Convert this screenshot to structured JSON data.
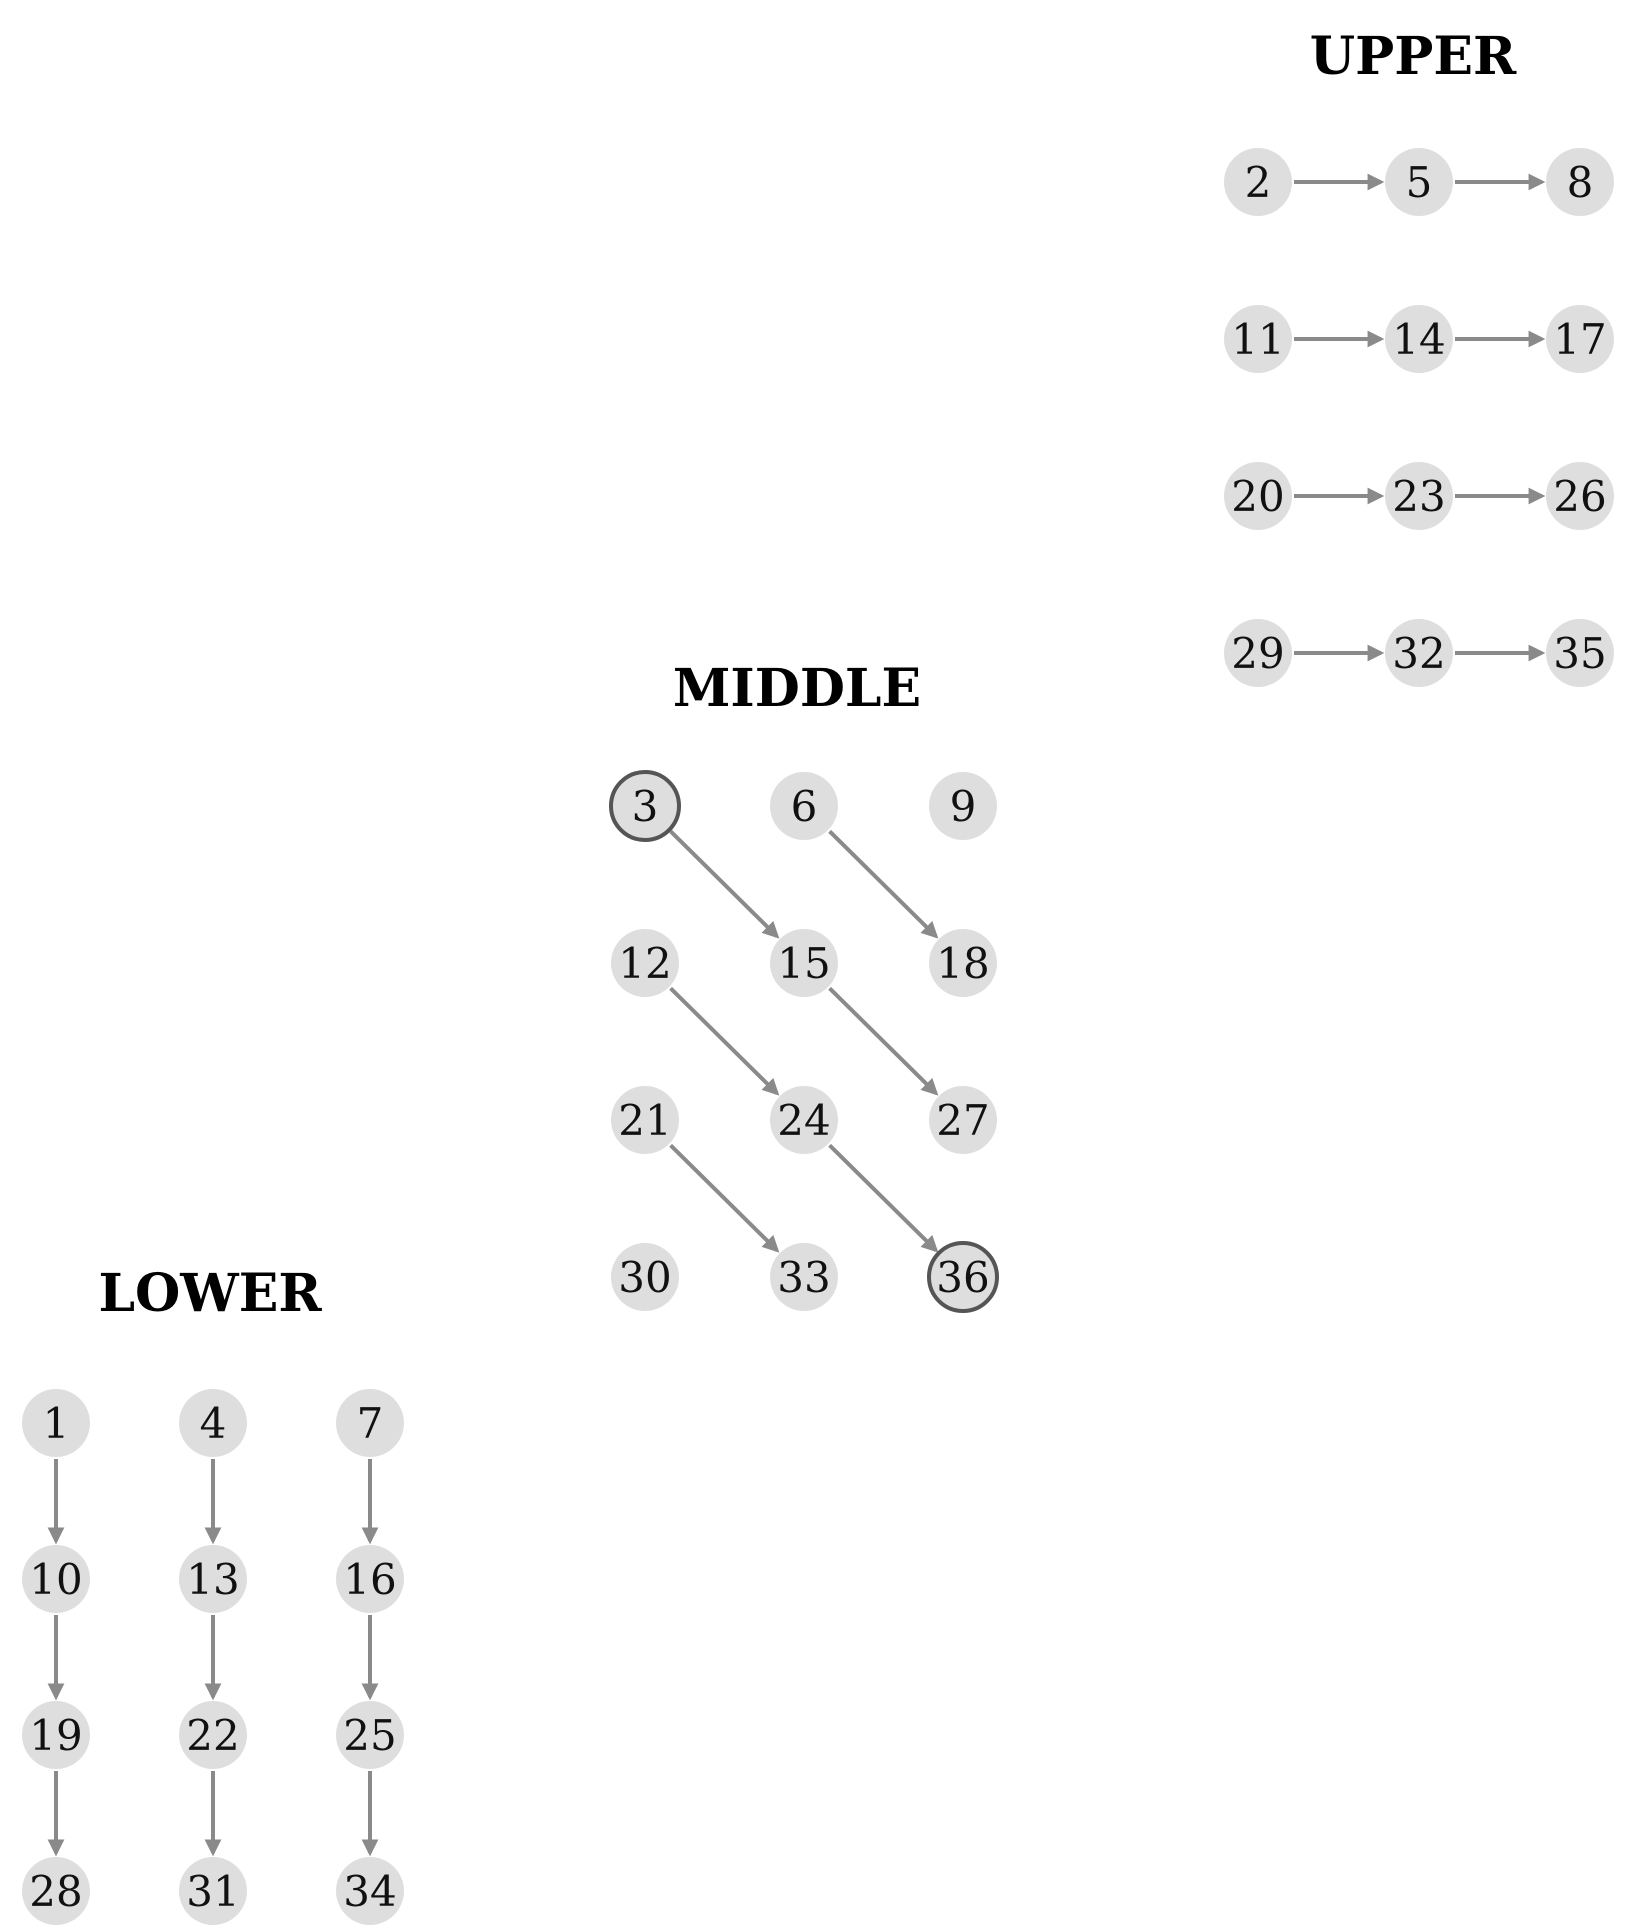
{
  "groups": [
    {
      "id": "upper",
      "title": "UPPER",
      "direction": "horizontal",
      "rows": [
        [
          "2",
          "5",
          "8"
        ],
        [
          "11",
          "14",
          "17"
        ],
        [
          "20",
          "23",
          "26"
        ],
        [
          "29",
          "32",
          "35"
        ]
      ],
      "edges": [
        [
          "2",
          "5"
        ],
        [
          "5",
          "8"
        ],
        [
          "11",
          "14"
        ],
        [
          "14",
          "17"
        ],
        [
          "20",
          "23"
        ],
        [
          "23",
          "26"
        ],
        [
          "29",
          "32"
        ],
        [
          "32",
          "35"
        ]
      ],
      "marked": []
    },
    {
      "id": "middle",
      "title": "MIDDLE",
      "direction": "diagonal",
      "rows": [
        [
          "3",
          "6",
          "9"
        ],
        [
          "12",
          "15",
          "18"
        ],
        [
          "21",
          "24",
          "27"
        ],
        [
          "30",
          "33",
          "36"
        ]
      ],
      "edges": [
        [
          "3",
          "15"
        ],
        [
          "6",
          "18"
        ],
        [
          "12",
          "24"
        ],
        [
          "15",
          "27"
        ],
        [
          "21",
          "33"
        ],
        [
          "24",
          "36"
        ]
      ],
      "marked": [
        "3",
        "36"
      ]
    },
    {
      "id": "lower",
      "title": "LOWER",
      "direction": "vertical",
      "rows": [
        [
          "1",
          "4",
          "7"
        ],
        [
          "10",
          "13",
          "16"
        ],
        [
          "19",
          "22",
          "25"
        ],
        [
          "28",
          "31",
          "34"
        ]
      ],
      "edges": [
        [
          "1",
          "10"
        ],
        [
          "10",
          "19"
        ],
        [
          "19",
          "28"
        ],
        [
          "4",
          "13"
        ],
        [
          "13",
          "22"
        ],
        [
          "22",
          "31"
        ],
        [
          "7",
          "16"
        ],
        [
          "16",
          "25"
        ],
        [
          "25",
          "34"
        ]
      ],
      "marked": []
    }
  ],
  "colors": {
    "node_fill": "#dedede",
    "edge": "#8a8a8a",
    "marked_stroke": "#555555"
  }
}
